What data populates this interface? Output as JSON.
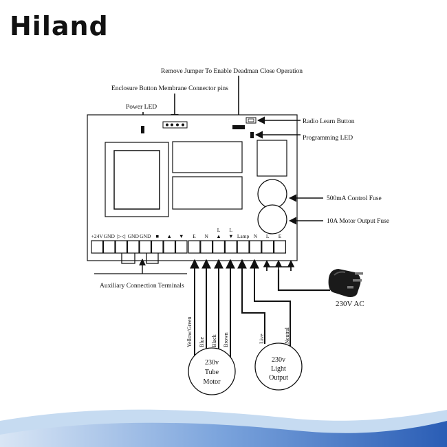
{
  "brand": {
    "logo_text": "Hiland"
  },
  "labels": {
    "deadman": "Remove Jumper To Enable Deadman Close Operation",
    "membrane": "Enclosure Button Membrane Connector pins",
    "power_led": "Power LED",
    "radio_learn": "Radio Learn Button",
    "programming_led": "Programming LED",
    "control_fuse": "500mA Control Fuse",
    "motor_fuse": "10A Motor Output Fuse",
    "aux_terminals": "Auxiliary Connection Terminals",
    "plug": "230V  AC"
  },
  "terminals_left": [
    "+24V",
    "GND",
    "▷◁",
    "GND",
    "GND",
    "■",
    "▲",
    "▼"
  ],
  "terminals_right": [
    "E",
    "N",
    "▲",
    "▼",
    "Lamp",
    "N",
    "L",
    "E"
  ],
  "terminal_l_marks": [
    "L",
    "L"
  ],
  "wires": {
    "motor": [
      "Yellow/Green",
      "Blue",
      "Black",
      "Brown"
    ],
    "light": [
      "Live",
      "Neutral"
    ]
  },
  "motor": {
    "line1": "230v",
    "line2": "Tube",
    "line3": "Motor"
  },
  "light": {
    "line1": "230v",
    "line2": "Light",
    "line3": "Output"
  },
  "colors": {
    "line": "#111111",
    "wave_light": "#bcd4ee",
    "wave_dark": "#2f63b8"
  }
}
